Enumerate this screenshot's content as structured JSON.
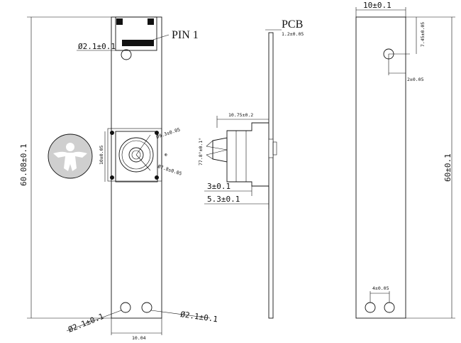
{
  "front_view": {
    "pin_label": "PIN  1",
    "hole_top": "Ø2.1±0.1",
    "hole_bottom_left": "Ø2.1±0.1",
    "hole_bottom_right": "Ø2.1±0.1",
    "height": "60.08±0.1",
    "lens_size": "10±0.05",
    "dim_a": "Ø9.3±0.05",
    "dim_b": "Ø7.8±0.05",
    "width_bottom": "10.04"
  },
  "side_view": {
    "pcb_label": "PCB",
    "pcb_thickness": "1.2±0.05",
    "lens_length": "10.75±0.2",
    "fov": "77.8°±0.1°",
    "d3": "3±0.1",
    "d53": "5.3±0.1"
  },
  "back_view": {
    "width": "10±0.1",
    "hole_y": "7.45±0.05",
    "hole_x": "2±0.05",
    "height": "60±0.1",
    "pitch": "4±0.05"
  }
}
